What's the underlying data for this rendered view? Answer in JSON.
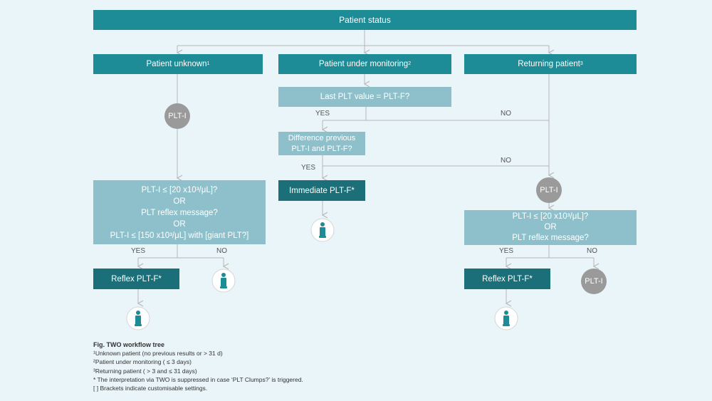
{
  "top": {
    "label": "Patient status"
  },
  "columns": {
    "unknown": {
      "label": "Patient unknown",
      "sup": "1"
    },
    "monitoring": {
      "label": "Patient under monitoring",
      "sup": "2"
    },
    "returning": {
      "label": "Returning patient",
      "sup": "3"
    }
  },
  "left": {
    "circle": "PLT-I",
    "criteria": {
      "line1": "PLT-I ≤ [20 x10³/μL]?",
      "line2": "OR",
      "line3": "PLT reflex message?",
      "line4": "OR",
      "line5": "PLT-I ≤ [150 x10³/μL] with [giant PLT?]"
    },
    "yes": "YES",
    "no": "NO",
    "action": "Reflex PLT-F*"
  },
  "middle": {
    "q1": "Last PLT value = PLT-F?",
    "yes1": "YES",
    "no1": "NO",
    "q2_line1": "Difference previous",
    "q2_line2": "PLT-I and PLT-F?",
    "yes2": "YES",
    "no2": "NO",
    "action": "Immediate PLT-F*"
  },
  "right": {
    "circle": "PLT-I",
    "criteria": {
      "line1": "PLT-I ≤ [20 x10³/μL]?",
      "line2": "OR",
      "line3": "PLT reflex message?"
    },
    "yes": "YES",
    "no": "NO",
    "action": "Reflex PLT-F*",
    "circle2": "PLT-I"
  },
  "legend": {
    "title": "Fig. TWO workflow tree",
    "note1": "¹Unknown patient (no previous results or > 31 d)",
    "note2": "²Patient under monitoring ( ≤ 3 days)",
    "note3": "³Returning patient ( > 3 and ≤ 31 days)",
    "note4": "* The interpretation via TWO is suppressed in case ‘PLT Clumps?’ is triggered.",
    "note5": "[ ] Brackets indicate customisable settings."
  },
  "colors": {
    "dark": "#1e8c96",
    "darker": "#1b6f78",
    "light": "#8ec0cb",
    "circle": "#9a9a9a",
    "background": "#e9f5f8",
    "line": "#b8b8b8"
  },
  "icons": [
    "info-icon"
  ]
}
